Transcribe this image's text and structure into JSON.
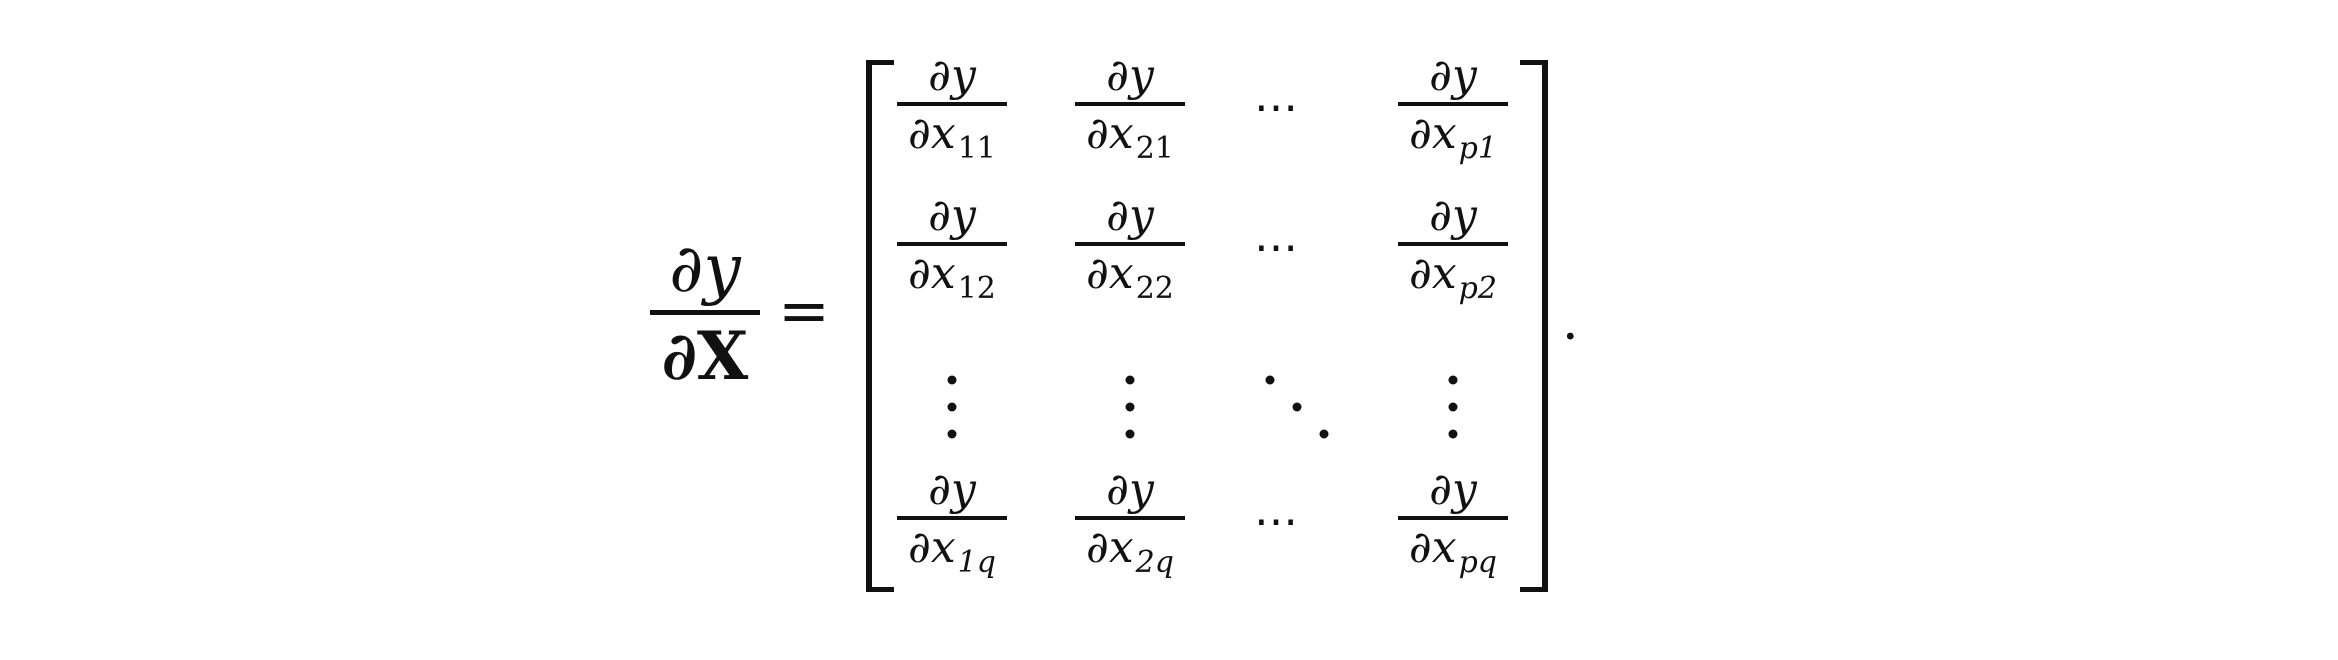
{
  "equation": {
    "lhs": {
      "numerator": "∂y",
      "denominator": "∂X"
    },
    "relation": "=",
    "matrix": {
      "rows": [
        [
          {
            "num": "∂y",
            "den": "∂x",
            "sub": "11"
          },
          {
            "num": "∂y",
            "den": "∂x",
            "sub": "21"
          },
          {
            "ellipsis": "⋯"
          },
          {
            "num": "∂y",
            "den": "∂x",
            "sub": "p1"
          }
        ],
        [
          {
            "num": "∂y",
            "den": "∂x",
            "sub": "12"
          },
          {
            "num": "∂y",
            "den": "∂x",
            "sub": "22"
          },
          {
            "ellipsis": "⋯"
          },
          {
            "num": "∂y",
            "den": "∂x",
            "sub": "p2"
          }
        ],
        [
          {
            "vdots": "⋮"
          },
          {
            "vdots": "⋮"
          },
          {
            "ddots": "⋱"
          },
          {
            "vdots": "⋮"
          }
        ],
        [
          {
            "num": "∂y",
            "den": "∂x",
            "sub": "1q"
          },
          {
            "num": "∂y",
            "den": "∂x",
            "sub": "2q"
          },
          {
            "ellipsis": "⋯"
          },
          {
            "num": "∂y",
            "den": "∂x",
            "sub": "pq"
          }
        ]
      ]
    },
    "terminator": "."
  }
}
